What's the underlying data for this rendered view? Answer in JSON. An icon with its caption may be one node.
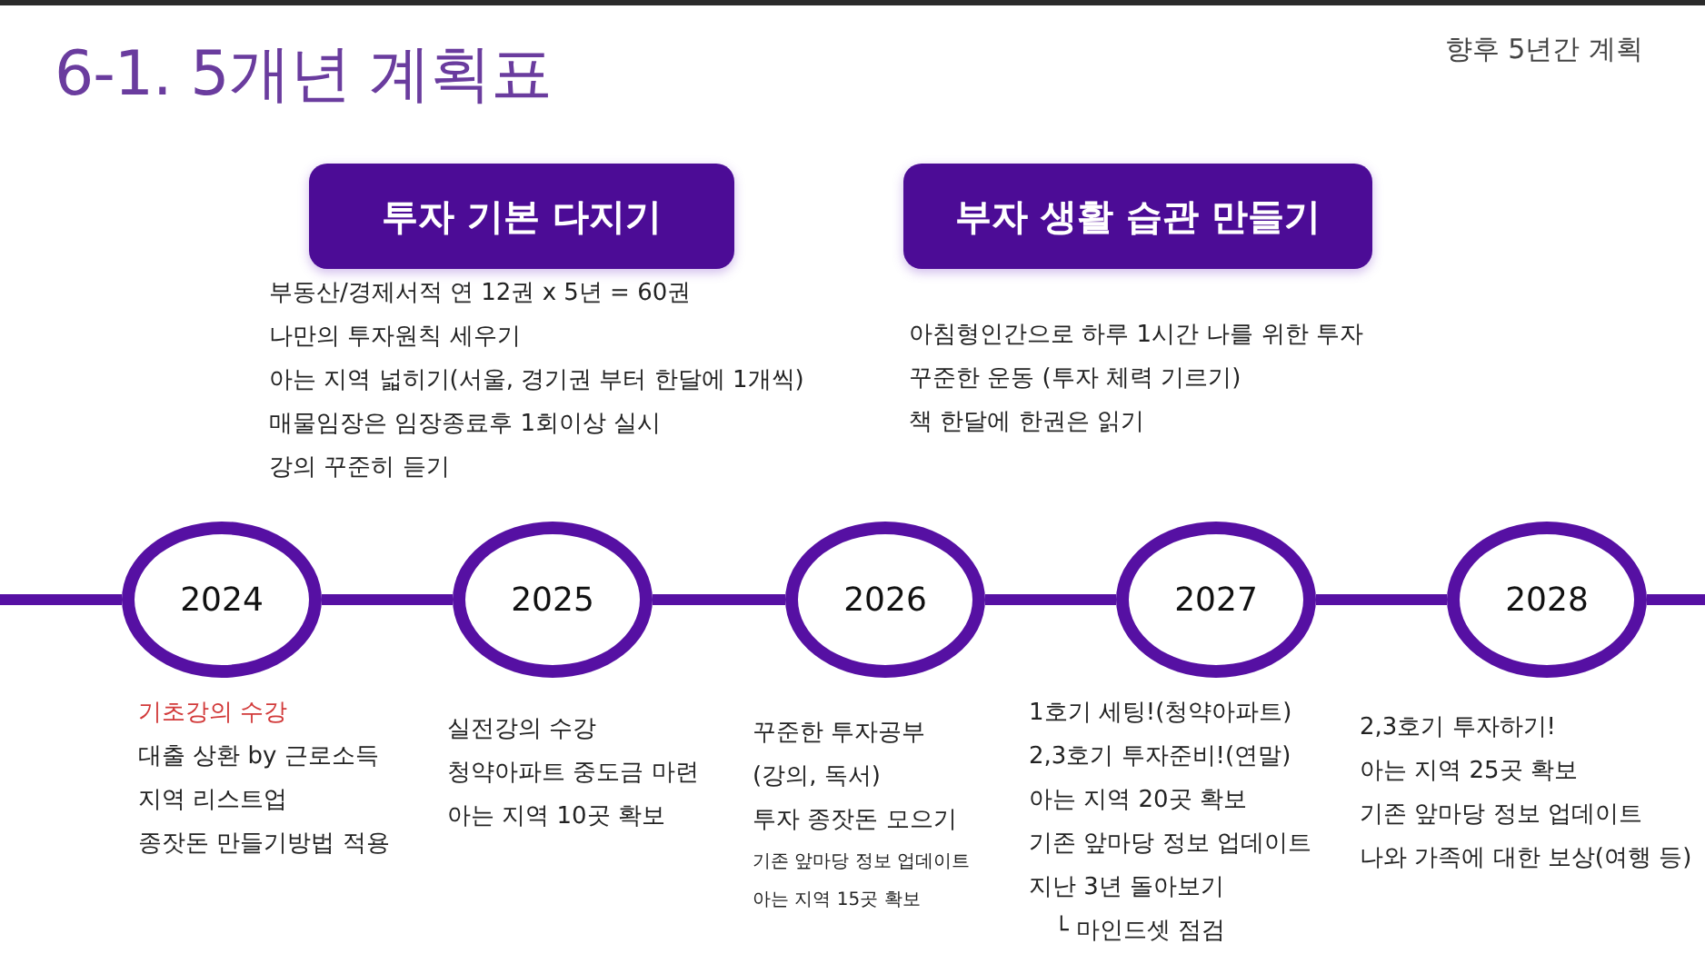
{
  "diagram": {
    "title": "6-1. 5개년 계획표",
    "nodes": [
      {
        "text": [
          "투자 기본 다지기"
        ],
        "beside": [
          "부동산/경제서적 연 12권 x 5년 = 60권",
          "나만의 투자원칙 세우기",
          "아는 지역 넓히기(서울, 경기권 부터 한달에 1개씩)",
          "매물임장은 임장종료후 1회이상 실시",
          "강의 꾸준히 듣기"
        ]
      },
      {
        "text": [
          "부자 생활 습관 만들기"
        ],
        "beside": [
          "아침형인간으로 하루 1시간 나를 위한 투자",
          "꾸준한 운동 (투자 체력 기르기)",
          "책 한달에 한권은 읽기"
        ]
      },
      {
        "text": [
          "2024"
        ],
        "beside": [
          "기초강의 수강",
          "대출 상환 by 근로소득",
          "지역 리스트업",
          "종잣돈 만들기방법 적용"
        ]
      },
      {
        "text": [
          "2025"
        ],
        "beside": [
          "실전강의 수강",
          "청약아파트 중도금 마련",
          "아는 지역 10곳 확보"
        ]
      },
      {
        "text": [
          "2026"
        ],
        "beside": [
          "꾸준한 투자공부 (강의, 독서)",
          "투자 종잣돈 모으기",
          "기존 앞마당 정보 업데이트",
          "아는 지역 15곳 확보"
        ]
      },
      {
        "text": [
          "2027"
        ],
        "beside": [
          "1호기 세팅!(청약아파트)",
          "2,3호기 투자준비!(연말)",
          "아는 지역 20곳 확보",
          "기존 앞마당 정보 업데이트",
          "지난 3년 돌아보기",
          "└ 마인드셋 점검"
        ]
      },
      {
        "text": [
          "2028"
        ],
        "beside": [
          "2,3호기 투자하기!",
          "아는 지역 25곳 확보",
          "기존 앞마당 정보 업데이트",
          "나와 가족에 대한 보상(여행 등)"
        ]
      }
    ],
    "edges": [
      {
        "from": null,
        "to": 2,
        "arrow": "none"
      },
      {
        "from": 2,
        "to": 3,
        "arrow": "none"
      },
      {
        "from": 3,
        "to": 4,
        "arrow": "none"
      },
      {
        "from": 4,
        "to": 5,
        "arrow": "none"
      },
      {
        "from": 5,
        "to": 6,
        "arrow": "none"
      },
      {
        "from": 6,
        "to": null,
        "arrow": "none"
      }
    ],
    "labels": [
      "향후 5년간 계획"
    ]
  }
}
